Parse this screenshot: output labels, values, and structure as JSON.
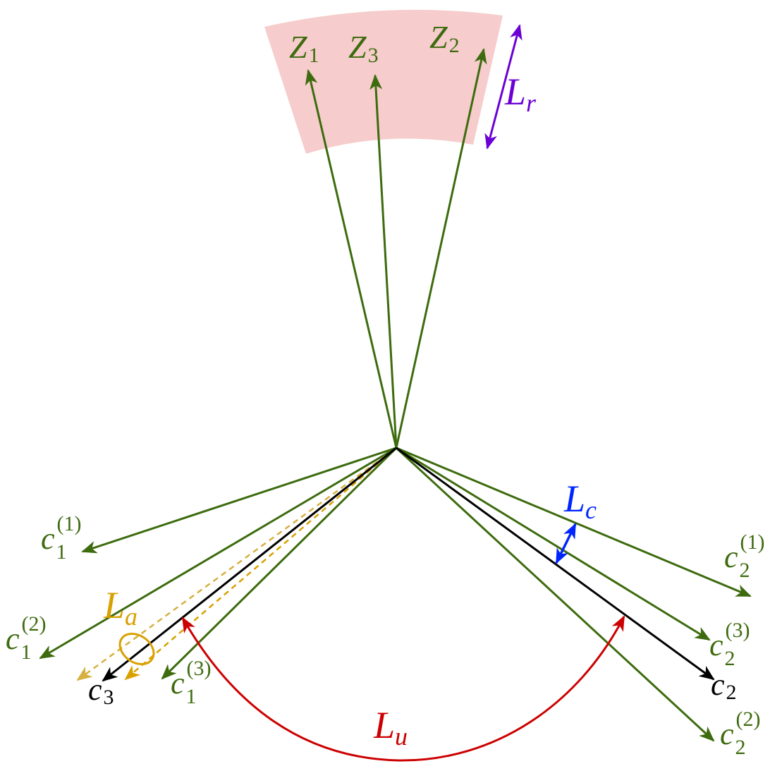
{
  "colors": {
    "green": "#3d6b0e",
    "black": "#000000",
    "purple": "#6b00d6",
    "blue": "#0026ff",
    "red": "#cc0000",
    "gold": "#d9a000",
    "gold_light": "#d6b040",
    "band": "#f6cccc"
  },
  "labels": {
    "z1": {
      "base": "Z",
      "sub": "1"
    },
    "z3": {
      "base": "Z",
      "sub": "3"
    },
    "z2": {
      "base": "Z",
      "sub": "2"
    },
    "lr": {
      "base": "L",
      "sub": "r"
    },
    "lc": {
      "base": "L",
      "sub": "c"
    },
    "la": {
      "base": "L",
      "sub": "a"
    },
    "lu": {
      "base": "L",
      "sub": "u"
    },
    "c1_1": {
      "base": "c",
      "sub": "1",
      "sup": "(1)"
    },
    "c1_2": {
      "base": "c",
      "sub": "1",
      "sup": "(2)"
    },
    "c1_3": {
      "base": "c",
      "sub": "1",
      "sup": "(3)"
    },
    "c2_1": {
      "base": "c",
      "sub": "2",
      "sup": "(1)"
    },
    "c2_2": {
      "base": "c",
      "sub": "2",
      "sup": "(2)"
    },
    "c2_3": {
      "base": "c",
      "sub": "2",
      "sup": "(3)"
    },
    "c3": {
      "base": "c",
      "sub": "3"
    },
    "c2": {
      "base": "c",
      "sub": "2"
    }
  }
}
